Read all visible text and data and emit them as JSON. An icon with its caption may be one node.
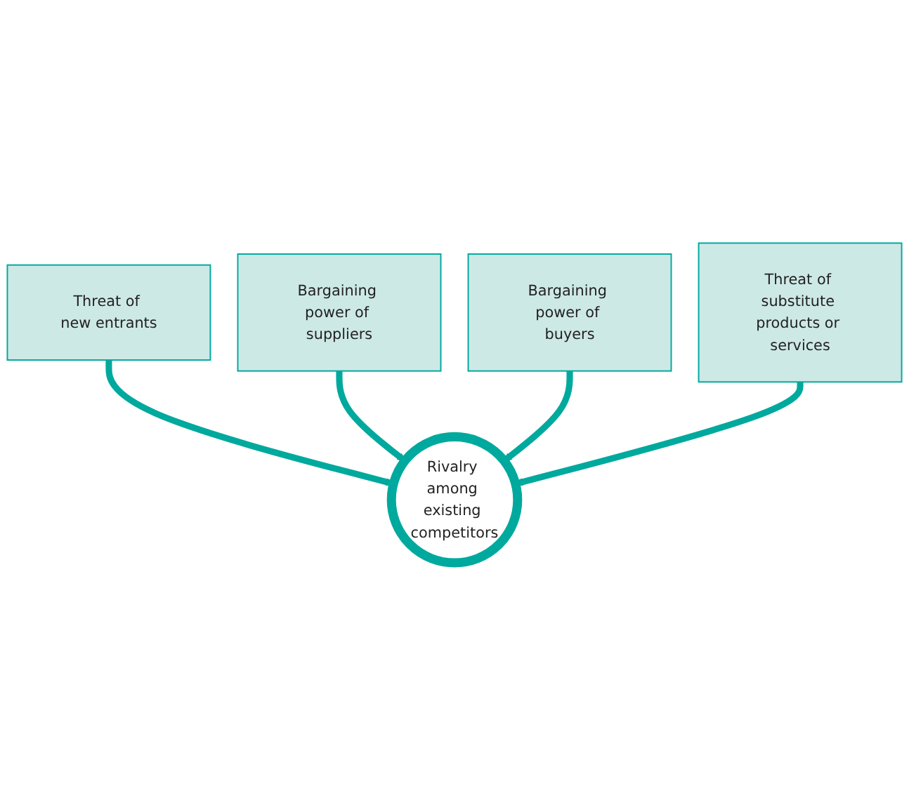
{
  "diagram": {
    "nodes": [
      {
        "text": [
          "Threat of new entrants"
        ]
      },
      {
        "text": [
          "Bargaining power of suppliers"
        ]
      },
      {
        "text": [
          "Rivalry among existing competitors"
        ]
      },
      {
        "text": [
          "Bargaining power of buyers"
        ]
      },
      {
        "text": [
          "Threat of substitute products or services"
        ]
      }
    ],
    "edges": [
      {
        "from": 0,
        "to": 2,
        "arrow": "to"
      },
      {
        "from": 1,
        "to": 2,
        "arrow": "to"
      },
      {
        "from": 3,
        "to": 2,
        "arrow": "to"
      },
      {
        "from": 4,
        "to": 2,
        "arrow": "to"
      }
    ]
  }
}
